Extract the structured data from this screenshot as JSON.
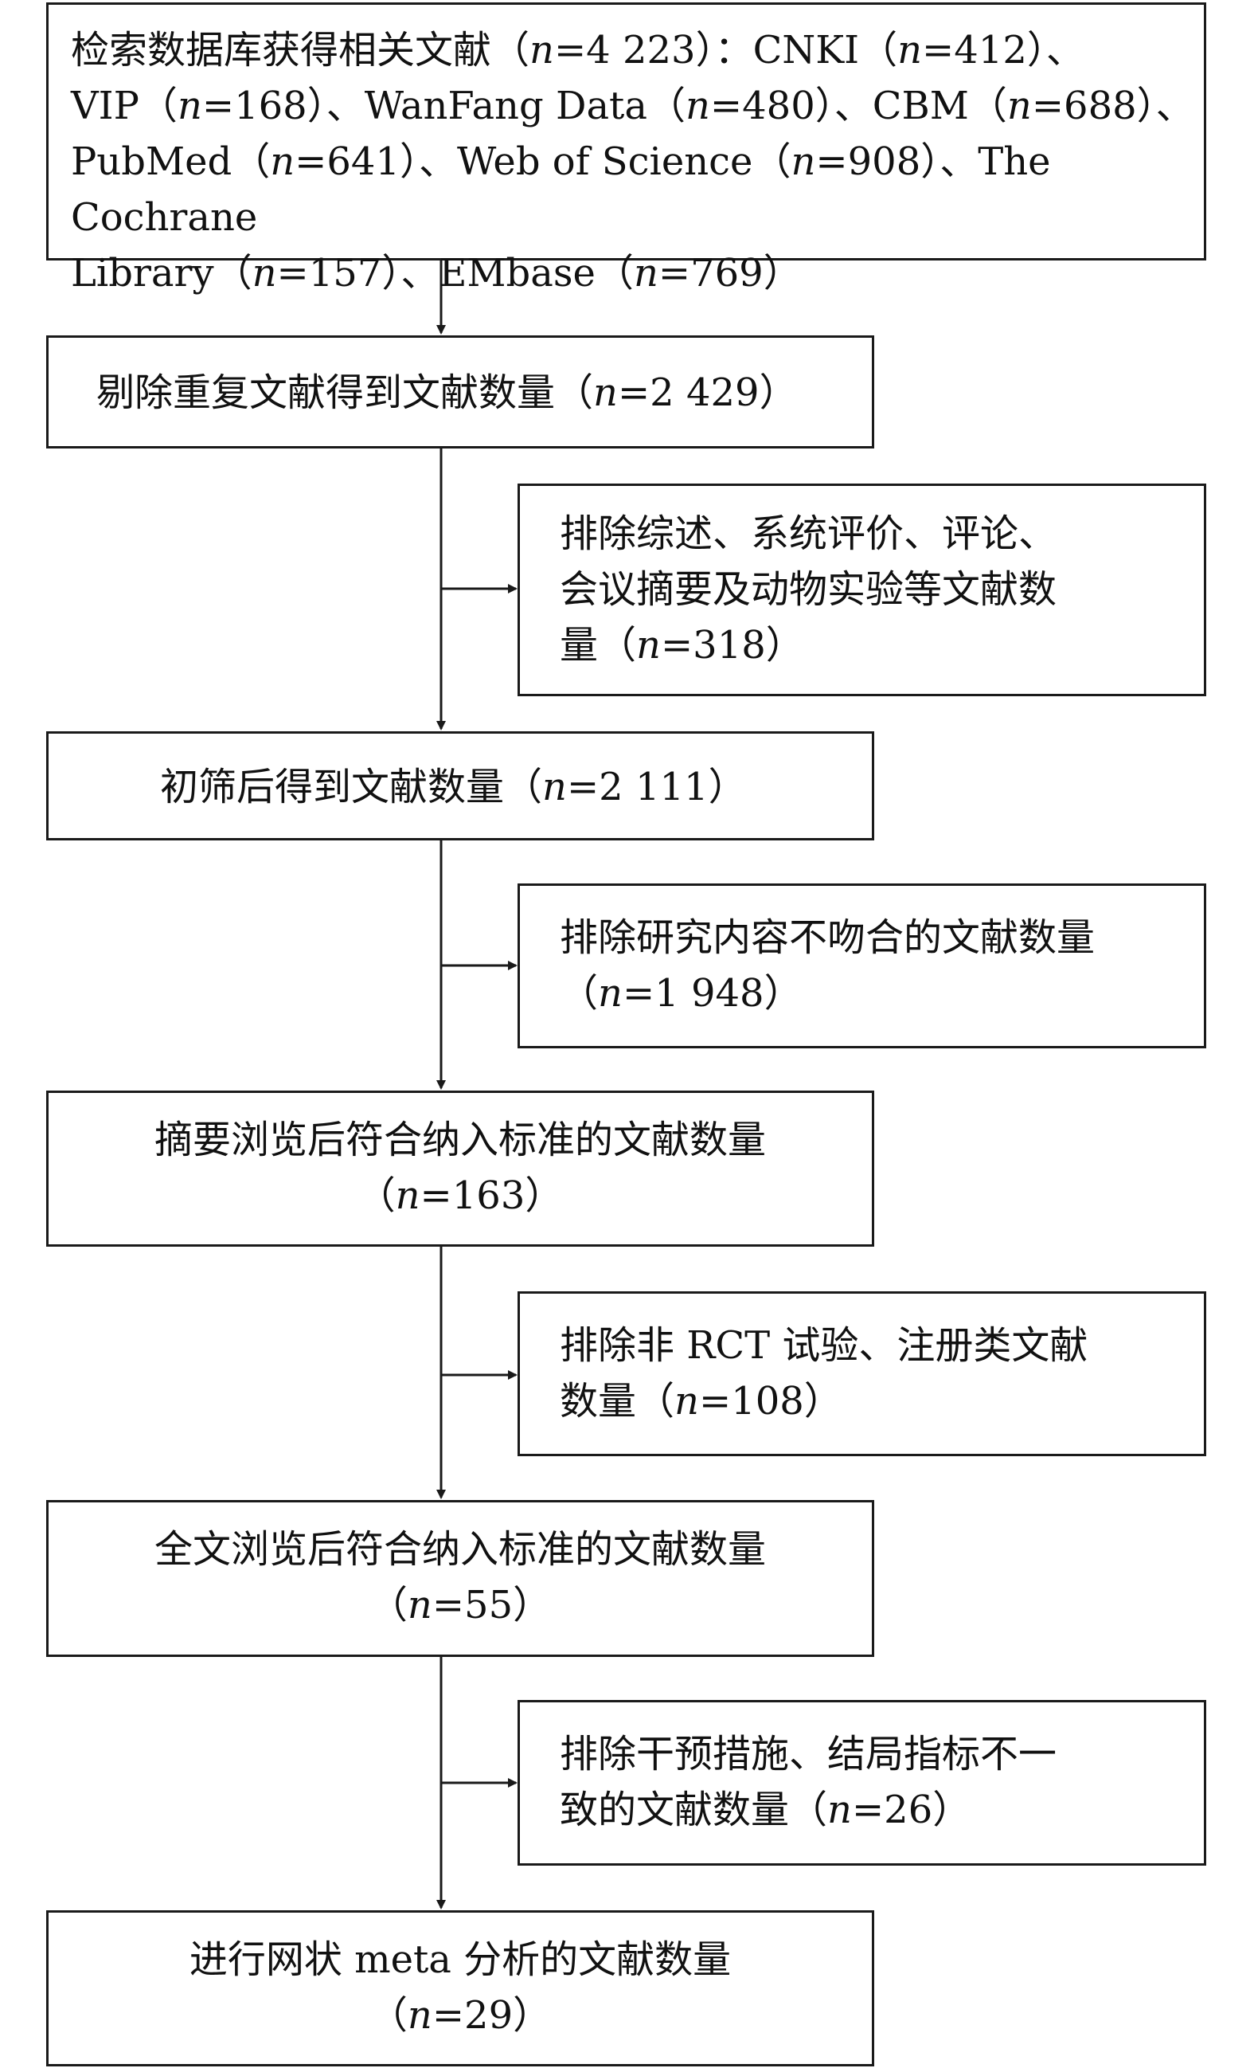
{
  "flowchart": {
    "steps": [
      {
        "text": "检索数据库获得相关文献（n=4 223）：CNKI（n=412）、\nVIP（n=168）、WanFang Data（n=480）、CBM（n=688）、\nPubMed（n=641）、Web of Science（n=908）、The Cochrane\nLibrary（n=157）、EMbase（n=769）"
      },
      {
        "text": "剔除重复文献得到文献数量（n=2 429）"
      },
      {
        "text": "初筛后得到文献数量（n=2 111）"
      },
      {
        "text": "摘要浏览后符合纳入标准的文献数量\n（n=163）"
      },
      {
        "text": "全文浏览后符合纳入标准的文献数量\n（n=55）"
      },
      {
        "text": "进行网状 meta 分析的文献数量\n（n=29）"
      }
    ],
    "exclusions": [
      {
        "text": "排除综述、系统评价、评论、\n会议摘要及动物实验等文献数\n量（n=318）"
      },
      {
        "text": "排除研究内容不吻合的文献数量\n（n=1 948）"
      },
      {
        "text": "排除非 RCT 试验、注册类文献\n数量（n=108）"
      },
      {
        "text": "排除干预措施、结局指标不一\n致的文献数量（n=26）"
      }
    ]
  }
}
